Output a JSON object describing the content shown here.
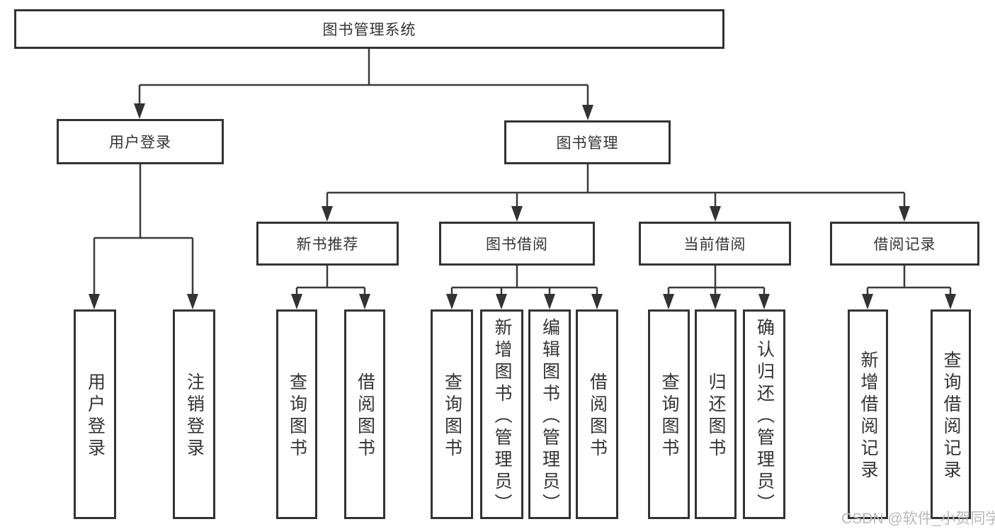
{
  "diagram_type": "hierarchy-diagram",
  "nodes": {
    "root": "图书管理系统",
    "user_login": "用户登录",
    "book_mgmt": "图书管理",
    "new_book": "新书推荐",
    "book_borrow": "图书借阅",
    "current_borrow": "当前借阅",
    "borrow_record": "借阅记录",
    "leaf_user_login": "用户登录",
    "leaf_logout": "注销登录",
    "leaf_nb_query": "查询图书",
    "leaf_nb_borrow": "借阅图书",
    "leaf_bb_query": "查询图书",
    "leaf_bb_add": "新增图书（管理员）",
    "leaf_bb_edit": "编辑图书（管理员）",
    "leaf_bb_borrow": "借阅图书",
    "leaf_cb_query": "查询图书",
    "leaf_cb_return": "归还图书",
    "leaf_cb_confirm": "确认归还（管理员）",
    "leaf_br_add": "新增借阅记录",
    "leaf_br_query": "查询借阅记录"
  },
  "watermark": "CSDN @软件_小贺同学",
  "colors": {
    "line": "#3a3a3a",
    "box_border": "#333333",
    "text": "#333333",
    "watermark_text": "#b9b9b9",
    "background": "#ffffff"
  }
}
